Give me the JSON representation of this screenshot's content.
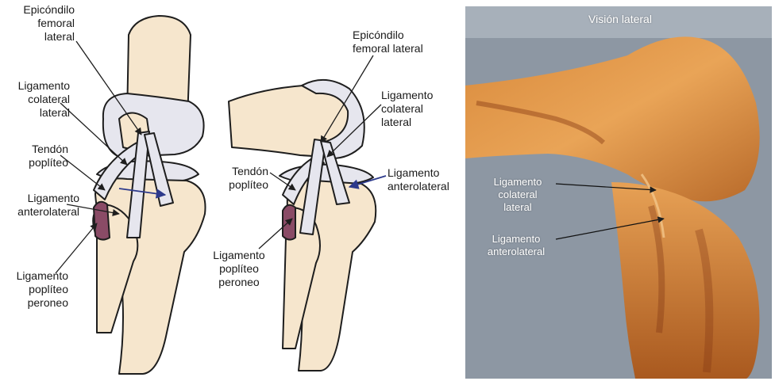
{
  "figure": {
    "left_diagram": {
      "labels": {
        "epicondilo": "Epicóndilo\nfemoral\nlateral",
        "lcl": "Ligamento\ncolateral\nlateral",
        "tendon": "Tendón\npoplíteo",
        "alt": "Ligamento\nanterolateral",
        "lpp": "Ligamento\npoplíteo\nperoneo"
      }
    },
    "middle_diagram": {
      "labels": {
        "epicondilo": "Epicóndilo\nfemoral lateral",
        "lcl": "Ligamento\ncolateral\nlateral",
        "tendon": "Tendón\npoplíteo",
        "alt": "Ligamento\nanterolateral",
        "lpp": "Ligamento\npoplíteo\nperoneo"
      }
    },
    "photo": {
      "title": "Visión lateral",
      "labels": {
        "lcl": "Ligamento\ncolateral\nlateral",
        "alt": "Ligamento\nanterolateral"
      }
    }
  },
  "colors": {
    "bone": "#f6e6cd",
    "cartilage": "#e6e6ee",
    "outline": "#1e1e1e",
    "popliteus_muscle": "#8a4b66",
    "arrow_blue": "#2d3a8c",
    "photo_bg": "#8d97a3"
  }
}
